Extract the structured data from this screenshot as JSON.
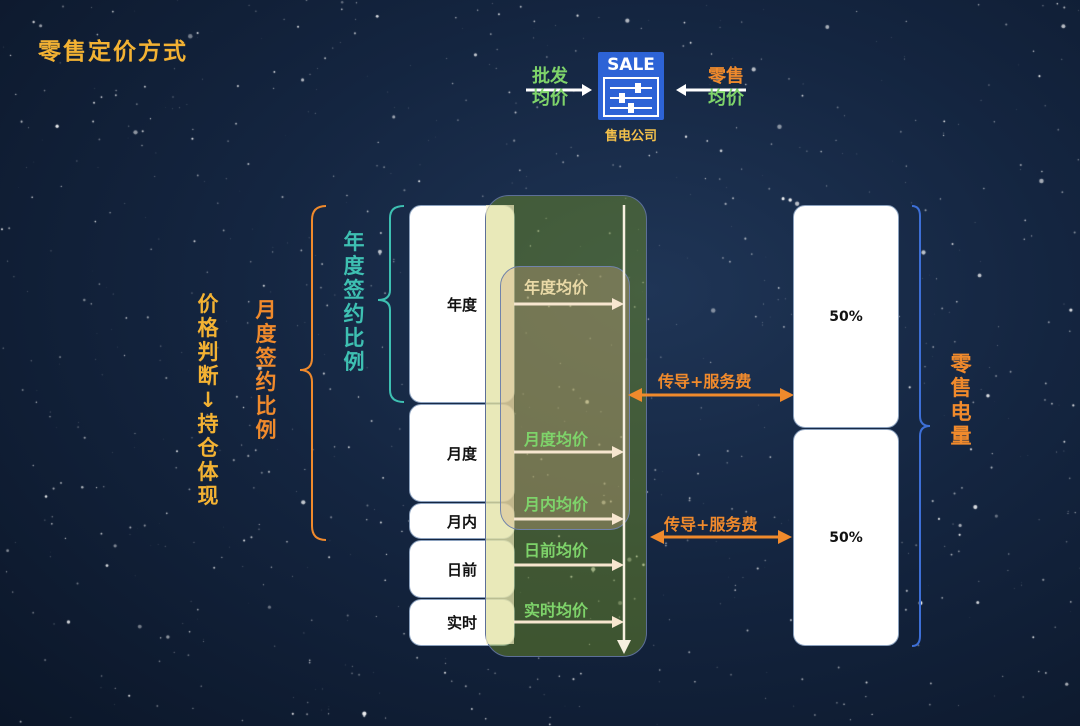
{
  "title": "零售定价方式",
  "sale_icon": {
    "label": "SALE",
    "caption": "售电公司",
    "color": "#3d6fd6"
  },
  "wholesale_label": [
    "批发",
    "均价"
  ],
  "retail_label": [
    "零售",
    "均价"
  ],
  "left_label_outer": "价格判断↓持仓体现",
  "left_label_middle": "月度签约比例",
  "left_label_inner": "年度签约比例",
  "right_label": "零售电量",
  "time_boxes": [
    "年度",
    "月度",
    "月内",
    "日前",
    "实时"
  ],
  "price_labels": [
    "年度均价",
    "月度均价",
    "月内均价",
    "日前均价",
    "实时均价"
  ],
  "fee_label_top": "传导+服务费",
  "fee_label_bottom": "传导+服务费",
  "retail_boxes": [
    "50%",
    "50%"
  ],
  "colors": {
    "title": "#f3b233",
    "orange": "#f08a2c",
    "teal": "#3ec0b2",
    "green_label": "#7ed36a",
    "blue_bracket": "#3d6fd6",
    "arrow": "#f7e6cf"
  }
}
